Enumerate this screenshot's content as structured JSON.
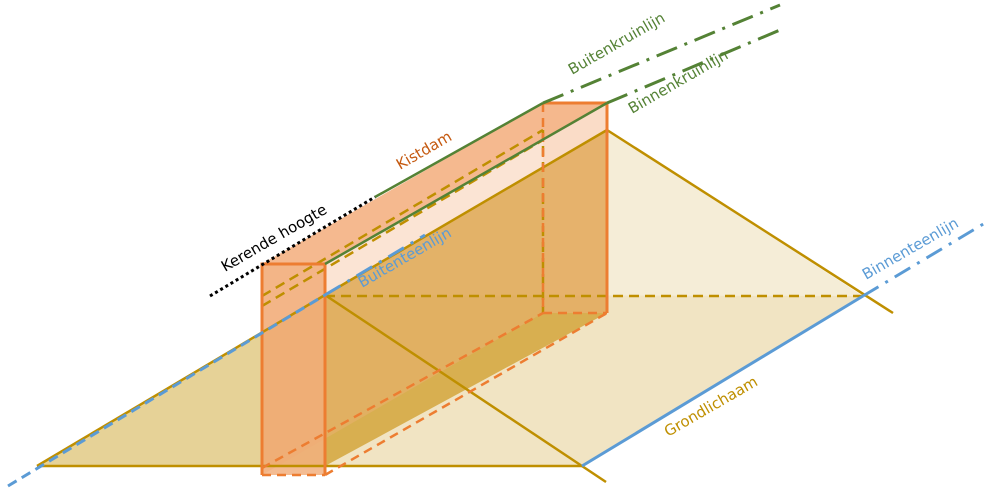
{
  "diagram": {
    "title": "Kistdam op dijk (isometrisch)",
    "labels": {
      "buitenkruinlijn": "Buitenkruinlijn",
      "binnenkruinlijn": "Binnenkruinlijn",
      "kistdam": "Kistdam",
      "kerende_hoogte": "Kerende hoogte",
      "buitenteenlijn": "Buitenteenlijn",
      "binnenteenlijn": "Binnenteenlijn",
      "grondlichaam": "Grondlichaam"
    },
    "colors": {
      "dike_outline": "#bf8f00",
      "dike_fill_light": "#efe1bd",
      "dike_fill_dark": "#d4a63c",
      "kistdam_outline": "#ed7d31",
      "kistdam_fill": "#f4b183",
      "crest_line": "#548235",
      "toe_line": "#5b9bd5",
      "retaining_height": "#000000",
      "kistdam_text": "#c55a11",
      "crest_text": "#548235",
      "toe_text": "#5b9bd5",
      "ground_text": "#bf8f00"
    }
  }
}
